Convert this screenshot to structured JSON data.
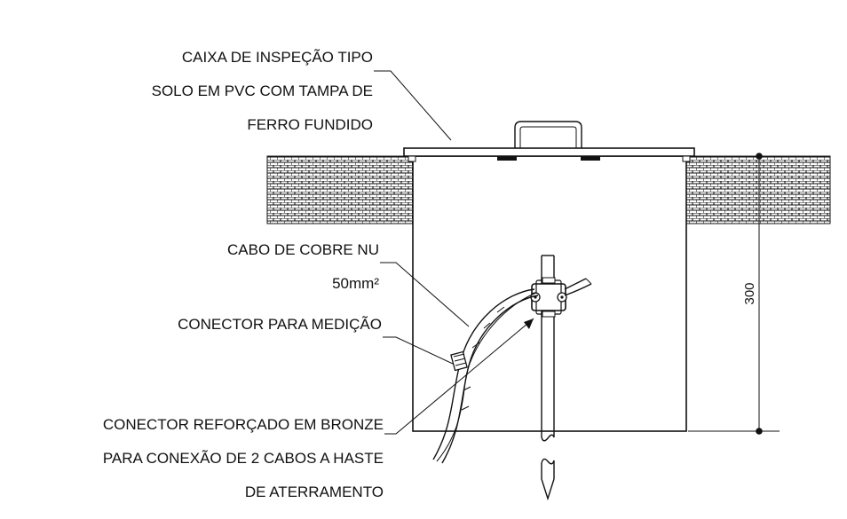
{
  "labels": {
    "caixa": [
      "CAIXA DE INSPEÇÃO TIPO",
      "SOLO EM PVC COM TAMPA DE",
      "FERRO FUNDIDO"
    ],
    "cabo": [
      "CABO DE COBRE NU",
      "50mm²"
    ],
    "conector_medicao": "CONECTOR PARA MEDIÇÃO",
    "conector_reforcado": [
      "CONECTOR REFORÇADO EM BRONZE",
      "PARA CONEXÃO DE 2 CABOS A HASTE",
      "DE ATERRAMENTO"
    ]
  },
  "dimension": {
    "value": "300"
  },
  "colors": {
    "ink": "#111111",
    "soil_hatch": "#111111",
    "background": "#ffffff"
  }
}
